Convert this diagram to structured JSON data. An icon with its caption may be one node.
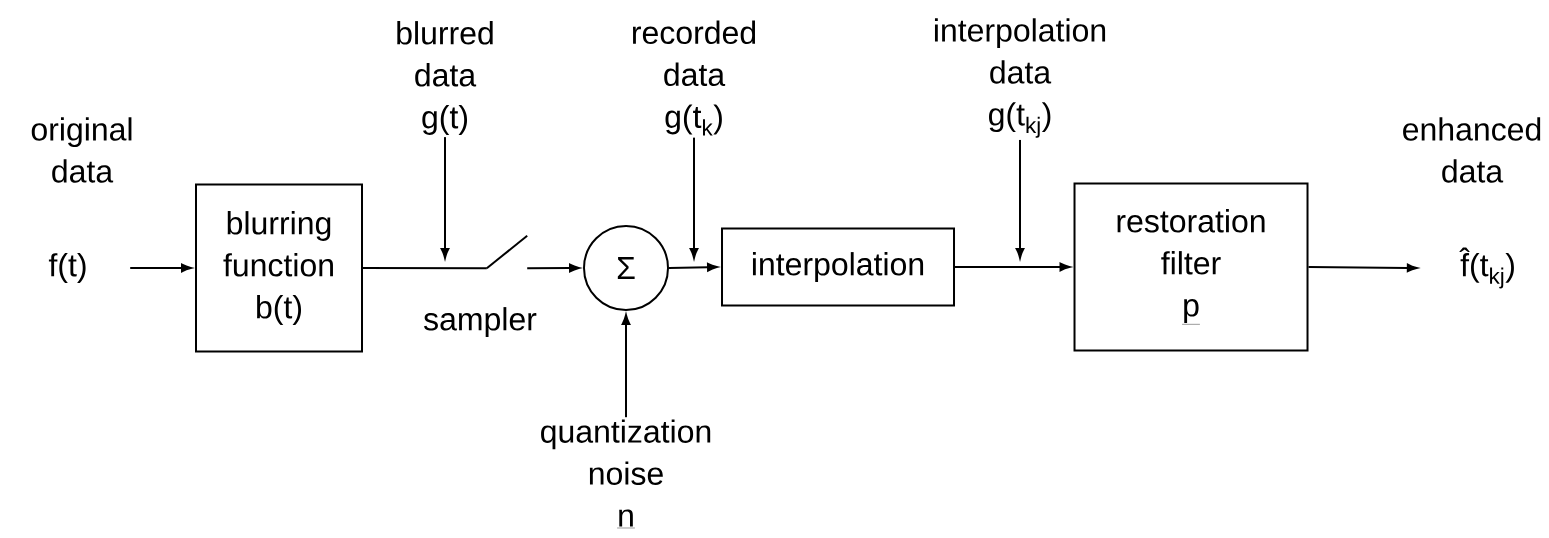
{
  "diagram": {
    "nodes": [
      {
        "text": [
          "f(t)"
        ],
        "beside": [
          "original data"
        ]
      },
      {
        "text": [
          "blurring function b(t)"
        ]
      },
      {
        "text": [],
        "shape": "switch",
        "beside": [
          "sampler"
        ]
      },
      {
        "text": [
          "Σ"
        ]
      },
      {
        "text": [
          "interpolation"
        ]
      },
      {
        "text": [
          "restoration filter",
          "p"
        ]
      },
      {
        "text": [
          "f̂(t$_{kj}$)"
        ],
        "beside": [
          "enhanced data"
        ]
      },
      {
        "text": [
          "blurred data",
          "g(t)"
        ]
      },
      {
        "text": [
          "recorded data",
          "g(t$_{k}$)"
        ]
      },
      {
        "text": [
          "interpolation data",
          "g(t$_{kj}$)"
        ]
      },
      {
        "text": [
          "quantization noise",
          "n"
        ]
      }
    ],
    "edges": [
      {
        "from": 0,
        "to": 1,
        "arrow": "to"
      },
      {
        "from": 1,
        "to": 2,
        "arrow": "none"
      },
      {
        "from": 2,
        "to": 3,
        "arrow": "to"
      },
      {
        "from": 3,
        "to": 4,
        "arrow": "to"
      },
      {
        "from": 4,
        "to": 5,
        "arrow": "to"
      },
      {
        "from": 5,
        "to": 6,
        "arrow": "to"
      },
      {
        "from": 7,
        "to": null,
        "arrow": "to"
      },
      {
        "from": 8,
        "to": null,
        "arrow": "to"
      },
      {
        "from": 9,
        "to": null,
        "arrow": "to"
      },
      {
        "from": 10,
        "to": 3,
        "arrow": "to"
      }
    ]
  }
}
